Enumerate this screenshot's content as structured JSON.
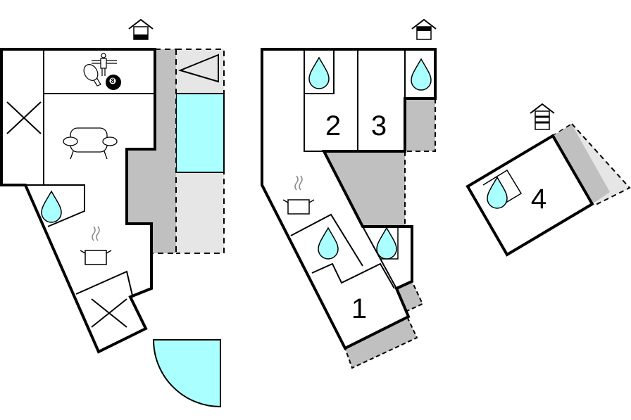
{
  "title": "Floor plan",
  "floors": [
    {
      "name": "ground-floor",
      "icons": [
        "house-level-icon",
        "foosball-icon",
        "table-tennis-icon",
        "billiard-ball-icon",
        "sofa-icon",
        "bathroom-icon",
        "kitchen-icon",
        "stairs-icon",
        "pool-icon",
        "terrace-icon"
      ],
      "billiard_label": "8"
    },
    {
      "name": "first-floor",
      "rooms": [
        "1",
        "2",
        "3"
      ]
    },
    {
      "name": "annex",
      "rooms": [
        "4"
      ]
    }
  ],
  "colors": {
    "wall": "#000000",
    "water": "#aaffff",
    "terrace": "#c0c0c0",
    "outdoor": "#e6e6e6"
  }
}
